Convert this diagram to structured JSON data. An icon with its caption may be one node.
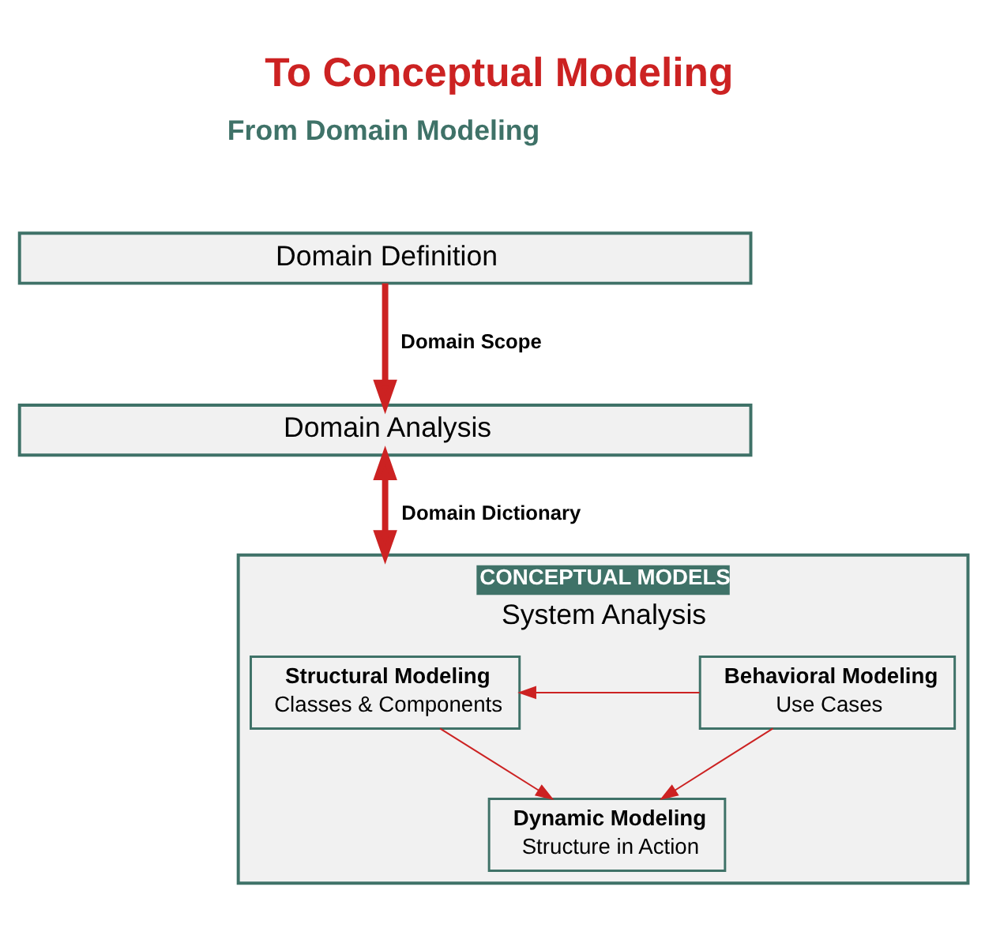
{
  "diagram": {
    "title": "To Conceptual Modeling",
    "nodes": [
      {
        "text": [
          "Domain Definition"
        ]
      },
      {
        "text": [
          "Domain Analysis"
        ]
      },
      {
        "text": [
          "CONCEPTUAL MODELS",
          "System Analysis"
        ]
      },
      {
        "text": [
          "Structural Modeling",
          "Classes & Components"
        ],
        "in": 2
      },
      {
        "text": [
          "Behavioral Modeling",
          "Use Cases"
        ],
        "in": 2
      },
      {
        "text": [
          "Dynamic Modeling",
          "Structure in Action"
        ],
        "in": 2
      }
    ],
    "edges": [
      {
        "from": 0,
        "to": 1,
        "arrow": "to",
        "label": "Domain Scope",
        "style": "thick"
      },
      {
        "from": 1,
        "to": 2,
        "arrow": "both",
        "label": "Domain Dictionary",
        "style": "thick"
      },
      {
        "from": 4,
        "to": 3,
        "arrow": "to"
      },
      {
        "from": 3,
        "to": 5,
        "arrow": "to"
      },
      {
        "from": 4,
        "to": 5,
        "arrow": "to"
      }
    ],
    "labels": [
      "From Domain Modeling"
    ]
  }
}
